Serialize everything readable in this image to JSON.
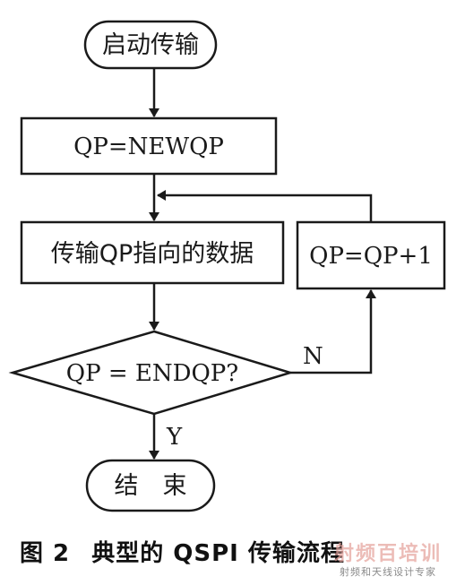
{
  "nodes": {
    "start": "启动传输",
    "init": "QP=NEWQP",
    "transfer": "传输QP指向的数据",
    "increment": "QP=QP+1",
    "decision": "QP = ENDQP?",
    "end": "结　束"
  },
  "edges": {
    "no_label": "N",
    "yes_label": "Y"
  },
  "caption": {
    "figure_no": "图 2",
    "title": "典型的 QSPI 传输流程"
  },
  "watermark": {
    "top": "射频百培训",
    "bottom": "射频和天线设计专家"
  },
  "colors": {
    "line": "#1a1a1a",
    "background": "#ffffff",
    "watermark": "#e6a6a0"
  }
}
